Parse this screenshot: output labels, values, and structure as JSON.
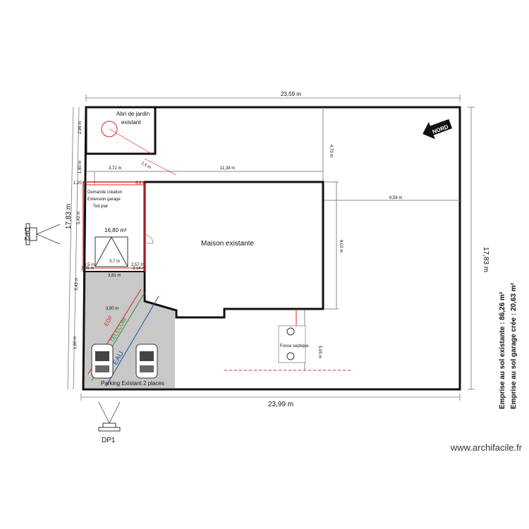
{
  "plan": {
    "dims": {
      "top_width": "23,59 m",
      "bottom_width": "23,99 m",
      "left_height": "17,83 m",
      "right_height": "17,83 m",
      "abri_height": "2,96 m",
      "dim_1_80": "1,80 m",
      "dim_3_72": "3,72 m",
      "dim_11_38": "11,38 m",
      "dim_4_70": "4,70 m",
      "dim_8_56": "8,56 m",
      "dim_8_02": "8,02 m",
      "dim_5_05": "5,05 m",
      "dim_5_43": "5,43 m",
      "dim_3_43": "3,43 m",
      "dim_1_60": "1,60 m",
      "dim_3_90": "3,90 m",
      "dim_3_81": "3,81 m",
      "dim_3_7": "3,7 m",
      "dim_0_5": "0,5 m",
      "dim_2_57": "2,57 m",
      "dim_1_20": "1,20 m",
      "dim_3_14": "3,14 m",
      "dim_3_0": "3,0 m",
      "dim_3_86": "3,86 m",
      "dim_1_6": "1,6 m"
    },
    "rooms": {
      "abri_line1": "Abri de jardin",
      "abri_line2": "existant",
      "garage_line1": "Demande création",
      "garage_line2": "Extension garage",
      "garage_line3": "Toit plat",
      "garage_area": "16,80 m²",
      "maison": "Maison existante",
      "parking": "Parking Existant 2 places",
      "compteur": "Fosse septique"
    },
    "networks": {
      "edf": "EDF",
      "telecom": "TELECOM",
      "eau": "EAU"
    },
    "views": {
      "dp1": "DP1",
      "dp2": "DP2"
    },
    "north": "NORD",
    "emprise_existante": "Emprise au sol existante : 86,26 m²",
    "emprise_creee": "Emprise au sol garage crée : 20,63 m²",
    "watermark": "www.archifacile.fr",
    "colors": {
      "wall": "#111111",
      "new_construction": "#e02020",
      "parking_fill": "#c8c8c8",
      "edf": "#e02020",
      "telecom": "#2e8b2e",
      "eau": "#1a4fa0",
      "dim_line": "#666666"
    }
  }
}
